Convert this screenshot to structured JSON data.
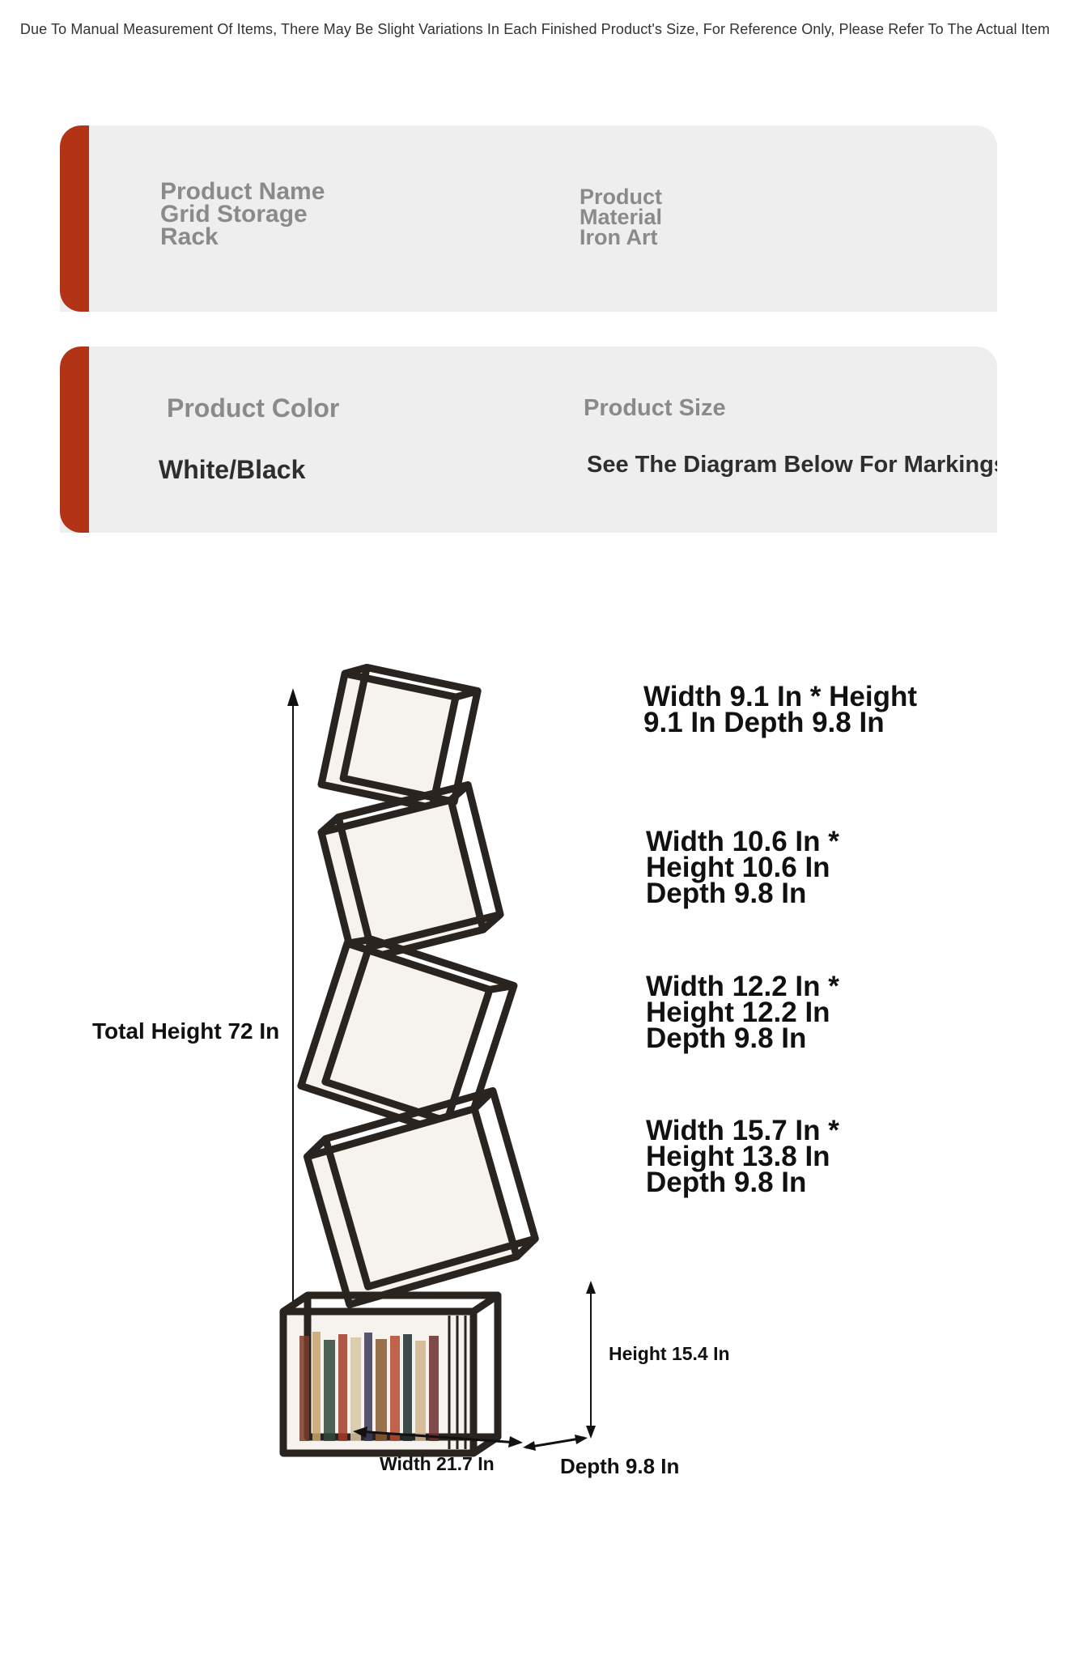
{
  "notice": "Due To Manual Measurement Of Items, There May Be Slight Variations In Each Finished Product's Size, For Reference Only, Please Refer To The Actual Item",
  "product_name": {
    "label": "Product Name Grid Storage Rack"
  },
  "product_material": {
    "label": "Product Material Iron Art"
  },
  "product_color": {
    "label": "Product Color",
    "value": "White/Black"
  },
  "product_size": {
    "label": "Product Size",
    "value": "See The Diagram Below For Markings"
  },
  "diagram": {
    "total_height": "Total Height 72 In",
    "tier1": "Width 9.1 In * Height 9.1 In Depth 9.8 In",
    "tier2": "Width 10.6 In * Height 10.6 In Depth 9.8 In",
    "tier3": "Width 12.2 In * Height 12.2 In Depth 9.8 In",
    "tier4": "Width 15.7 In * Height 13.8 In Depth 9.8 In",
    "base_height": "Height 15.4 In",
    "base_width": "Width 21.7 In",
    "base_depth": "Depth 9.8 In"
  },
  "colors": {
    "accent": "#b33316",
    "card_bg": "#eeeeee",
    "label_gray": "#8a8a8a",
    "frame": "#2a2420"
  }
}
